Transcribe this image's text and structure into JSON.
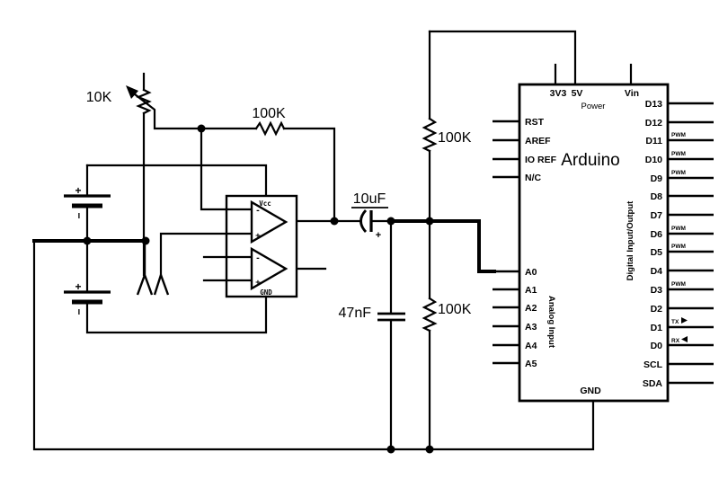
{
  "colors": {
    "ink": "#000000",
    "paper": "#ffffff"
  },
  "components": {
    "potentiometer": {
      "label": "10K"
    },
    "feedback_resistor": {
      "label": "100K"
    },
    "divider_top_resistor": {
      "label": "100K"
    },
    "divider_bottom_resistor": {
      "label": "100K"
    },
    "coupling_capacitor": {
      "label": "10uF",
      "polarity": "+"
    },
    "filter_capacitor": {
      "label": "47nF"
    },
    "battery1": {
      "plus": "+",
      "minus": "−"
    },
    "battery2": {
      "plus": "+",
      "minus": "−"
    },
    "opamp": {
      "vcc": "Vcc",
      "gnd": "GND",
      "ch1_inverting": "-",
      "ch1_noninverting": "+",
      "ch2_inverting": "-",
      "ch2_noninverting": "+"
    }
  },
  "arduino": {
    "title": "Arduino",
    "power_label": "Power",
    "gnd_label": "GND",
    "top_pins": [
      "3V3",
      "5V",
      "Vin"
    ],
    "left_pins": [
      "RST",
      "AREF",
      "IO REF",
      "N/C"
    ],
    "analog_pins": [
      "A0",
      "A1",
      "A2",
      "A3",
      "A4",
      "A5"
    ],
    "analog_group_label": "Analog Input",
    "digital_group_label": "Digital Input/Output",
    "right_pins": [
      {
        "label": "D13",
        "tag": ""
      },
      {
        "label": "D12",
        "tag": ""
      },
      {
        "label": "D11",
        "tag": "PWM"
      },
      {
        "label": "D10",
        "tag": "PWM"
      },
      {
        "label": "D9",
        "tag": "PWM"
      },
      {
        "label": "D8",
        "tag": ""
      },
      {
        "label": "D7",
        "tag": ""
      },
      {
        "label": "D6",
        "tag": "PWM"
      },
      {
        "label": "D5",
        "tag": "PWM"
      },
      {
        "label": "D4",
        "tag": ""
      },
      {
        "label": "D3",
        "tag": "PWM"
      },
      {
        "label": "D2",
        "tag": ""
      },
      {
        "label": "D1",
        "tag": "TX"
      },
      {
        "label": "D0",
        "tag": "RX"
      },
      {
        "label": "SCL",
        "tag": ""
      },
      {
        "label": "SDA",
        "tag": ""
      }
    ]
  }
}
